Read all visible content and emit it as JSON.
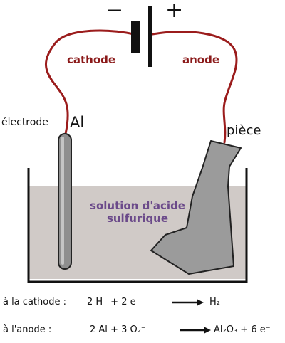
{
  "battery": {
    "minus_sign": "−",
    "plus_sign": "+"
  },
  "wire_labels": {
    "cathode": "cathode",
    "anode": "anode"
  },
  "electrode": {
    "label": "électrode",
    "metal": "Al"
  },
  "piece": {
    "label": "pièce"
  },
  "solution": {
    "line1": "solution d'acide",
    "line2": "sulfurique"
  },
  "equations": {
    "cathode": {
      "prefix": "à la cathode :",
      "reactants": "2 H⁺ + 2 e⁻",
      "product": "H₂"
    },
    "anode": {
      "prefix": "à l'anode :",
      "reactants": "2 Al + 3 O₂⁻",
      "product": "Al₂O₃ + 6 e⁻"
    }
  },
  "colors": {
    "wire": "#9b1c1c",
    "solution": "#cfc9c6",
    "tank": "#111111",
    "part": "#9b9b9b",
    "label_purple": "#6b4a8a"
  }
}
